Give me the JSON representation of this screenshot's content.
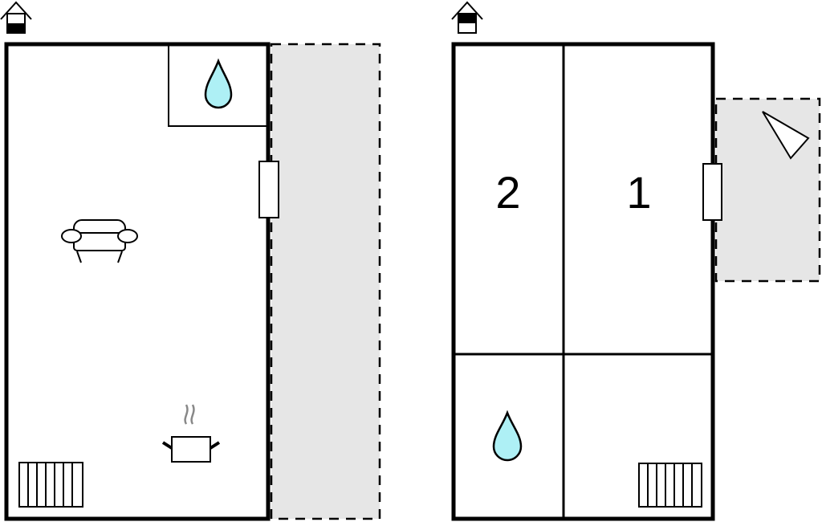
{
  "floors": [
    {
      "name": "ground-floor",
      "level_indicator": "lower",
      "rooms": []
    },
    {
      "name": "upper-floor",
      "level_indicator": "upper",
      "rooms": [
        {
          "label": "2"
        },
        {
          "label": "1"
        }
      ]
    }
  ],
  "colors": {
    "water": "#aef0f5",
    "terrace": "#e6e6e6",
    "wall": "#000000"
  }
}
